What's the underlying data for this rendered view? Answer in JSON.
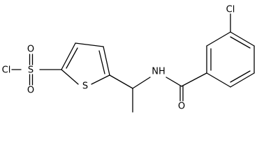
{
  "molecule": {
    "atom_labels": {
      "chlorine_top": "Cl",
      "chlorine_sulfonyl": "Cl",
      "sulfur_sulfonyl": "S",
      "oxygen_sulfonyl_top": "O",
      "oxygen_sulfonyl_bottom": "O",
      "sulfur_thiophene": "S",
      "nitrogen_amide": "NH",
      "oxygen_carbonyl": "O"
    },
    "colors": {
      "bond": "#000000",
      "label": "#000000",
      "background": "#ffffff"
    }
  }
}
